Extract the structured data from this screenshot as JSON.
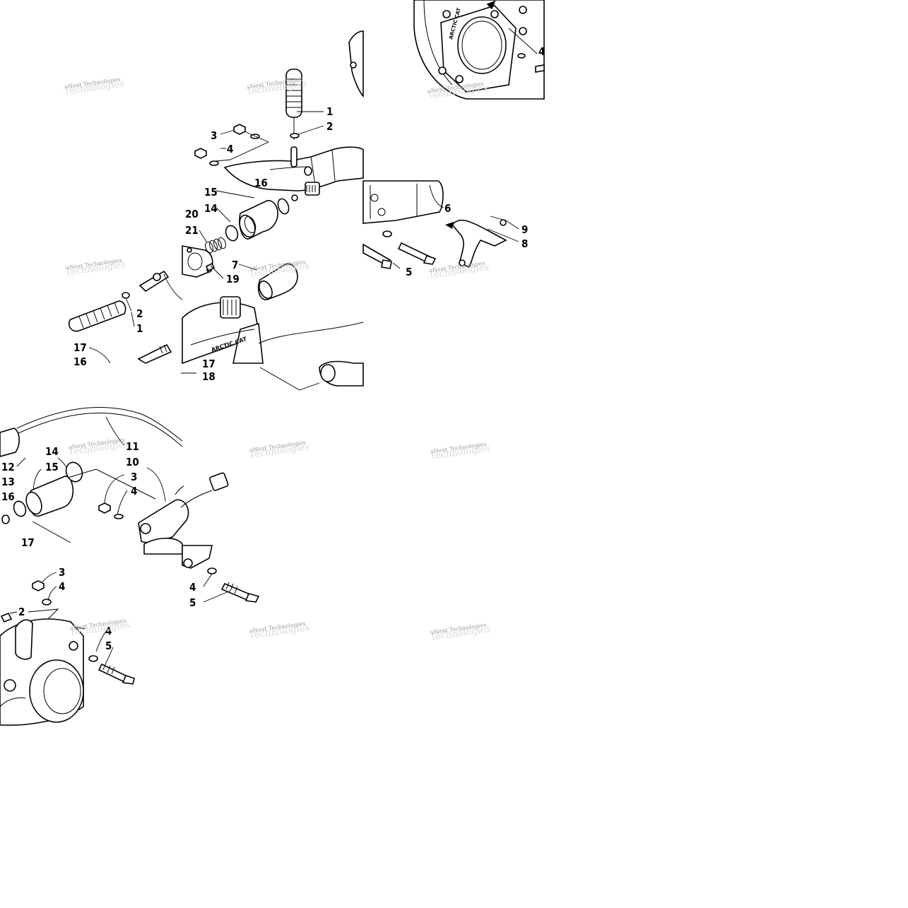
{
  "watermark": {
    "text": "vNext Technologies",
    "ghost_text": "Technologies"
  },
  "callouts": [
    {
      "text": "1"
    },
    {
      "text": "2"
    },
    {
      "text": "3"
    },
    {
      "text": "4"
    },
    {
      "text": "15"
    },
    {
      "text": "14"
    },
    {
      "text": "20"
    },
    {
      "text": "21"
    },
    {
      "text": "16"
    },
    {
      "text": "7"
    },
    {
      "text": "19"
    },
    {
      "text": "2"
    },
    {
      "text": "1"
    },
    {
      "text": "17"
    },
    {
      "text": "16"
    },
    {
      "text": "17"
    },
    {
      "text": "18"
    },
    {
      "text": "4"
    },
    {
      "text": "6"
    },
    {
      "text": "9"
    },
    {
      "text": "8"
    },
    {
      "text": "5"
    },
    {
      "text": "11"
    },
    {
      "text": "14"
    },
    {
      "text": "12"
    },
    {
      "text": "15"
    },
    {
      "text": "13"
    },
    {
      "text": "16"
    },
    {
      "text": "17"
    },
    {
      "text": "10"
    },
    {
      "text": "3"
    },
    {
      "text": "4"
    },
    {
      "text": "3"
    },
    {
      "text": "4"
    },
    {
      "text": "2"
    },
    {
      "text": "4"
    },
    {
      "text": "5"
    },
    {
      "text": "4"
    },
    {
      "text": "5"
    }
  ],
  "colors": {
    "line": "#000000",
    "watermark": "#9a9a9a",
    "background": "#ffffff"
  }
}
